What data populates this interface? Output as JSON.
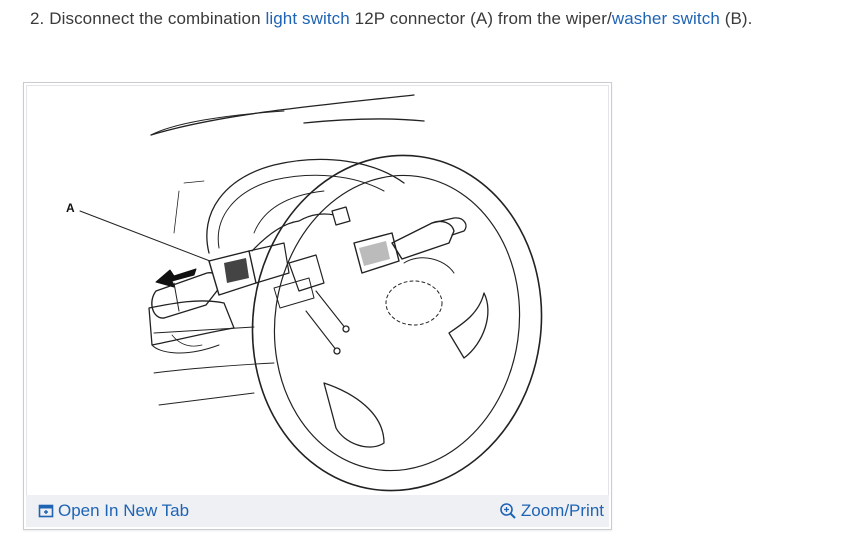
{
  "step": {
    "number": "2.",
    "text_before": "Disconnect the combination",
    "link1": "light switch",
    "text_middle": "12P connector (A) from the wiper/",
    "link2": "washer switch",
    "text_after": "(B)."
  },
  "figure": {
    "callout_a": "A"
  },
  "toolbar": {
    "open_new_tab": "Open In New Tab",
    "zoom_print": "Zoom/Print"
  },
  "colors": {
    "link": "#1f63b5",
    "toolbar_bg": "#eef0f3",
    "border": "#c9ccd1"
  },
  "icons": [
    "open-new-tab-icon",
    "zoom-icon"
  ]
}
